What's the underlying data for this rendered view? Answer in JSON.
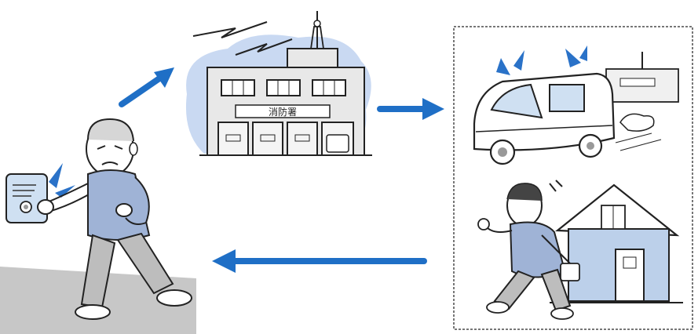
{
  "illustration": {
    "fire_station_sign": "消防署",
    "arrow_color": "#1f6fc6",
    "sky_color": "#c9d9f2",
    "floor_color": "#c7c7c7",
    "sweater_color": "#9fb3d6",
    "pants_color": "#bdbdbd",
    "panel_color": "#cfe0f2",
    "house_color": "#bcd0ea",
    "icons": [
      "caller-figure",
      "alarm-panel",
      "fire-station",
      "ambulance",
      "neighbor-runner",
      "house"
    ]
  }
}
